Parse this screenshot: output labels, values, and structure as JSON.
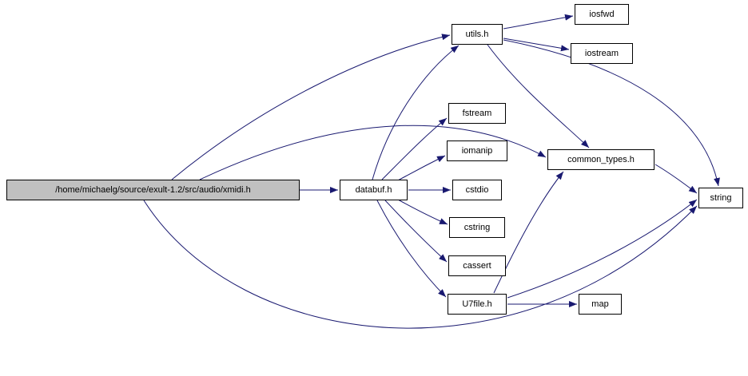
{
  "diagram": {
    "type": "include-dependency-graph",
    "title": "Include dependency graph for xmidi.h",
    "colors": {
      "edge": "#191970",
      "node_border": "#000000",
      "node_fill": "#ffffff",
      "main_node_fill": "#c0c0c0",
      "background": "#ffffff"
    },
    "nodes": [
      {
        "id": "xmidi",
        "label": "/home/michaelg/source/exult-1.2/src/audio/xmidi.h",
        "kind": "main"
      },
      {
        "id": "databuf",
        "label": "databuf.h",
        "kind": "project-header"
      },
      {
        "id": "utils",
        "label": "utils.h",
        "kind": "project-header"
      },
      {
        "id": "iosfwd",
        "label": "iosfwd",
        "kind": "std-header"
      },
      {
        "id": "iostream",
        "label": "iostream",
        "kind": "std-header"
      },
      {
        "id": "fstream",
        "label": "fstream",
        "kind": "std-header"
      },
      {
        "id": "iomanip",
        "label": "iomanip",
        "kind": "std-header"
      },
      {
        "id": "cstdio",
        "label": "cstdio",
        "kind": "std-header"
      },
      {
        "id": "cstring",
        "label": "cstring",
        "kind": "std-header"
      },
      {
        "id": "cassert",
        "label": "cassert",
        "kind": "std-header"
      },
      {
        "id": "common_types",
        "label": "common_types.h",
        "kind": "project-header"
      },
      {
        "id": "string",
        "label": "string",
        "kind": "std-header"
      },
      {
        "id": "u7file",
        "label": "U7file.h",
        "kind": "project-header"
      },
      {
        "id": "map",
        "label": "map",
        "kind": "std-header"
      }
    ],
    "edges": [
      {
        "from": "xmidi",
        "to": "databuf"
      },
      {
        "from": "xmidi",
        "to": "utils"
      },
      {
        "from": "xmidi",
        "to": "common_types"
      },
      {
        "from": "xmidi",
        "to": "string"
      },
      {
        "from": "databuf",
        "to": "utils"
      },
      {
        "from": "databuf",
        "to": "fstream"
      },
      {
        "from": "databuf",
        "to": "iomanip"
      },
      {
        "from": "databuf",
        "to": "cstdio"
      },
      {
        "from": "databuf",
        "to": "cstring"
      },
      {
        "from": "databuf",
        "to": "cassert"
      },
      {
        "from": "databuf",
        "to": "u7file"
      },
      {
        "from": "utils",
        "to": "iosfwd"
      },
      {
        "from": "utils",
        "to": "iostream"
      },
      {
        "from": "utils",
        "to": "common_types"
      },
      {
        "from": "utils",
        "to": "string"
      },
      {
        "from": "common_types",
        "to": "string"
      },
      {
        "from": "u7file",
        "to": "common_types"
      },
      {
        "from": "u7file",
        "to": "string"
      },
      {
        "from": "u7file",
        "to": "map"
      }
    ]
  }
}
